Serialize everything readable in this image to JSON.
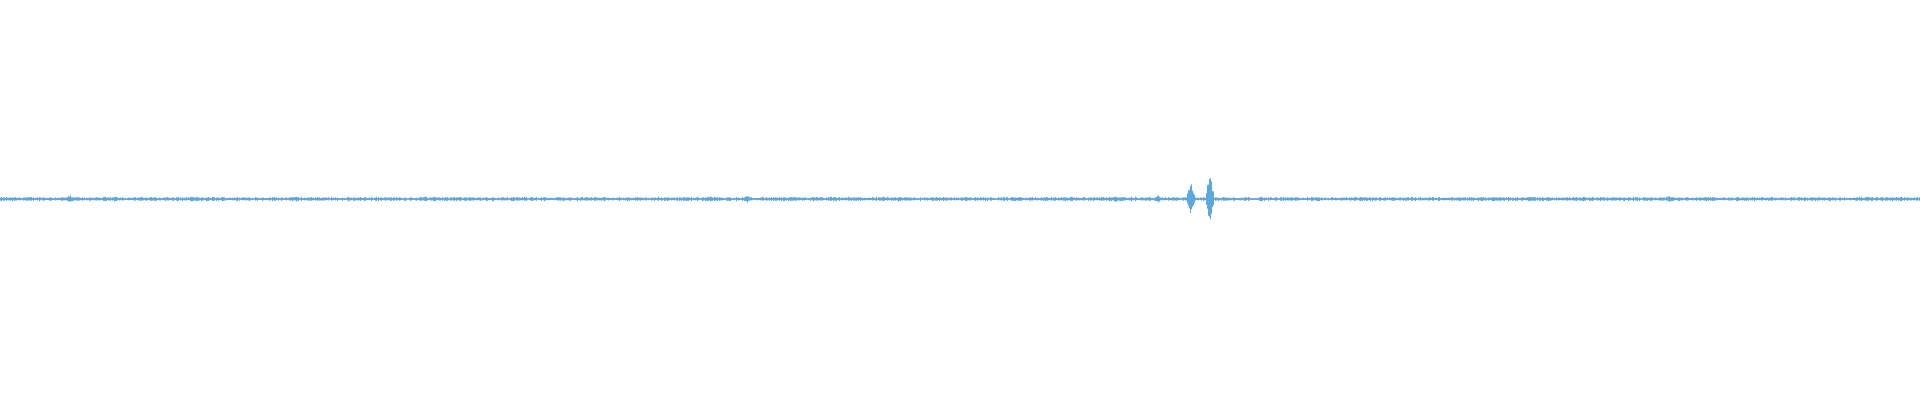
{
  "waveform": {
    "color": "#5BA8E0",
    "background": "#FFFFFF",
    "spikes": [
      {
        "position": 0.036,
        "amplitude": 0.13
      },
      {
        "position": 0.06,
        "amplitude": 0.11
      },
      {
        "position": 0.1,
        "amplitude": 0.08
      },
      {
        "position": 0.154,
        "amplitude": 0.09
      },
      {
        "position": 0.226,
        "amplitude": 0.1
      },
      {
        "position": 0.245,
        "amplitude": 0.07
      },
      {
        "position": 0.277,
        "amplitude": 0.08
      },
      {
        "position": 0.37,
        "amplitude": 0.09
      },
      {
        "position": 0.389,
        "amplitude": 0.13
      },
      {
        "position": 0.46,
        "amplitude": 0.08
      },
      {
        "position": 0.581,
        "amplitude": 0.12
      },
      {
        "position": 0.603,
        "amplitude": 0.12
      },
      {
        "position": 0.62,
        "amplitude": 0.55
      },
      {
        "position": 0.63,
        "amplitude": 0.9
      },
      {
        "position": 0.733,
        "amplitude": 0.07
      },
      {
        "position": 0.797,
        "amplitude": 0.08
      },
      {
        "position": 0.869,
        "amplitude": 0.12
      }
    ],
    "baseline_amplitude": 0.07
  }
}
